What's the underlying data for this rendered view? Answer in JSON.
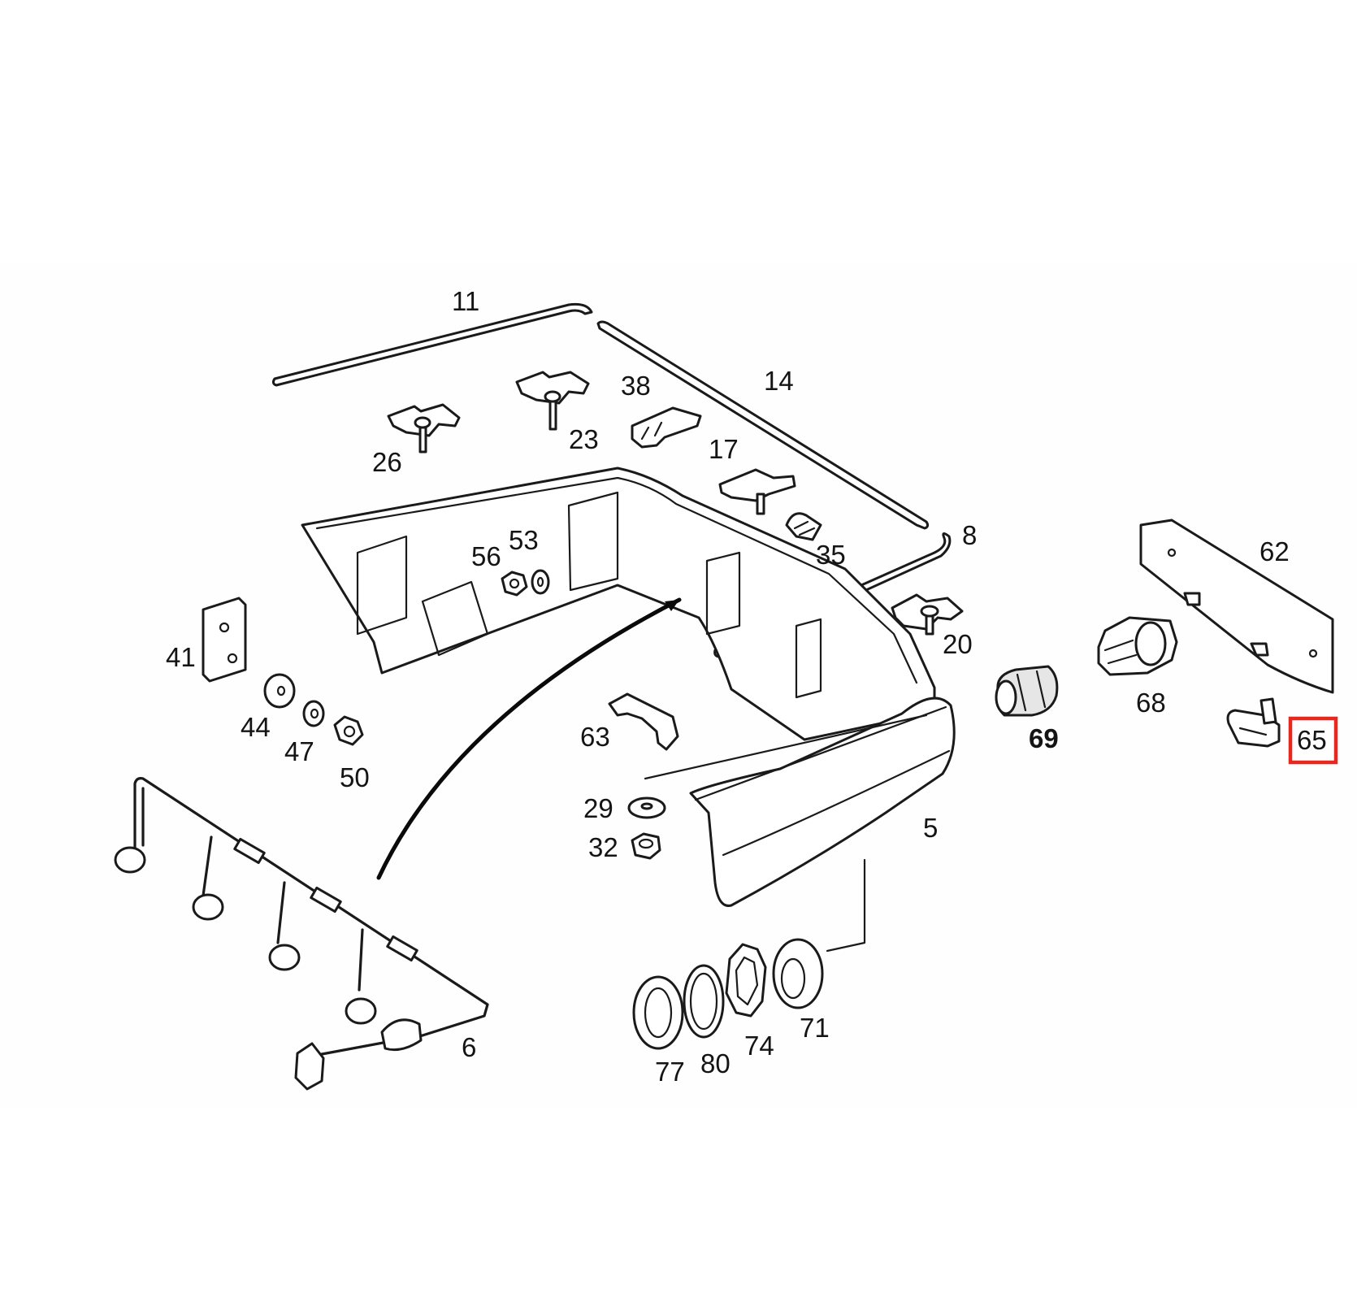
{
  "diagram": {
    "part_labels": [
      {
        "id": "11",
        "text": "11"
      },
      {
        "id": "14",
        "text": "14"
      },
      {
        "id": "38",
        "text": "38"
      },
      {
        "id": "23",
        "text": "23"
      },
      {
        "id": "26",
        "text": "26"
      },
      {
        "id": "17",
        "text": "17"
      },
      {
        "id": "35",
        "text": "35"
      },
      {
        "id": "8",
        "text": "8"
      },
      {
        "id": "62",
        "text": "62"
      },
      {
        "id": "56",
        "text": "56"
      },
      {
        "id": "53",
        "text": "53"
      },
      {
        "id": "20",
        "text": "20"
      },
      {
        "id": "41",
        "text": "41"
      },
      {
        "id": "68",
        "text": "68"
      },
      {
        "id": "44",
        "text": "44"
      },
      {
        "id": "47",
        "text": "47"
      },
      {
        "id": "50",
        "text": "50"
      },
      {
        "id": "63",
        "text": "63"
      },
      {
        "id": "69",
        "text": "69"
      },
      {
        "id": "65",
        "text": "65"
      },
      {
        "id": "29",
        "text": "29"
      },
      {
        "id": "32",
        "text": "32"
      },
      {
        "id": "5",
        "text": "5"
      },
      {
        "id": "6",
        "text": "6"
      },
      {
        "id": "71",
        "text": "71"
      },
      {
        "id": "74",
        "text": "74"
      },
      {
        "id": "80",
        "text": "80"
      },
      {
        "id": "77",
        "text": "77"
      }
    ],
    "highlighted_part": "65",
    "highlight_color": "#e8281e"
  }
}
